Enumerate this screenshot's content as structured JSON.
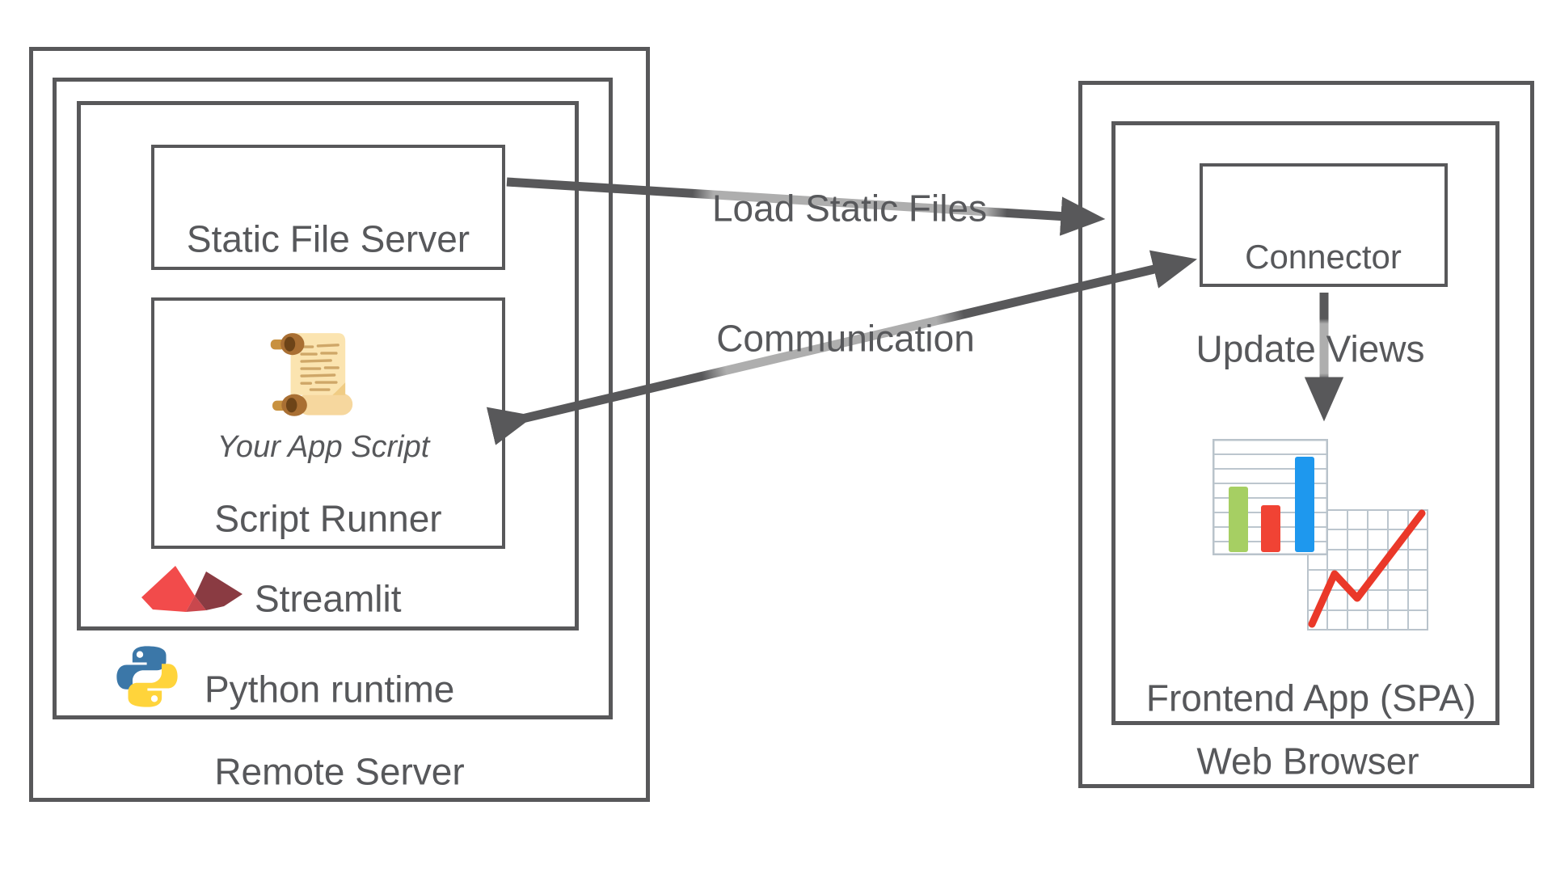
{
  "diagram": {
    "left": {
      "remote_server_label": "Remote Server",
      "python_runtime_label": "Python runtime",
      "streamlit_label": "Streamlit",
      "static_file_server_label": "Static File Server",
      "script_runner_label": "Script Runner",
      "your_app_script_label": "Your App Script"
    },
    "right": {
      "web_browser_label": "Web Browser",
      "frontend_app_label": "Frontend App (SPA)",
      "connector_label": "Connector"
    },
    "arrows": {
      "load_static_files_label": "Load Static Files",
      "communication_label": "Communication",
      "update_views_label": "Update Views"
    },
    "icons": {
      "scroll": "app-script-scroll-icon",
      "streamlit": "streamlit-logo-icon",
      "python": "python-logo-icon",
      "bar_chart": "bar-chart-icon",
      "line_chart": "line-chart-icon"
    },
    "colors": {
      "border_gray": "#58585a",
      "text_gray": "#57585b",
      "arrow_dark": "#58585a",
      "arrow_light": "#aeaeae",
      "streamlit_red": "#f24b4b",
      "streamlit_dark_red": "#8a3b42",
      "python_blue": "#3b77a8",
      "python_yellow": "#ffd43b",
      "scroll_cream": "#fbe4b0",
      "scroll_brown": "#a96f33",
      "chart_green": "#a6cf63",
      "chart_red": "#f04334",
      "chart_blue": "#1e98ee",
      "chart_grid": "#b9c3cb",
      "chart_line_red": "#ea3829"
    }
  }
}
